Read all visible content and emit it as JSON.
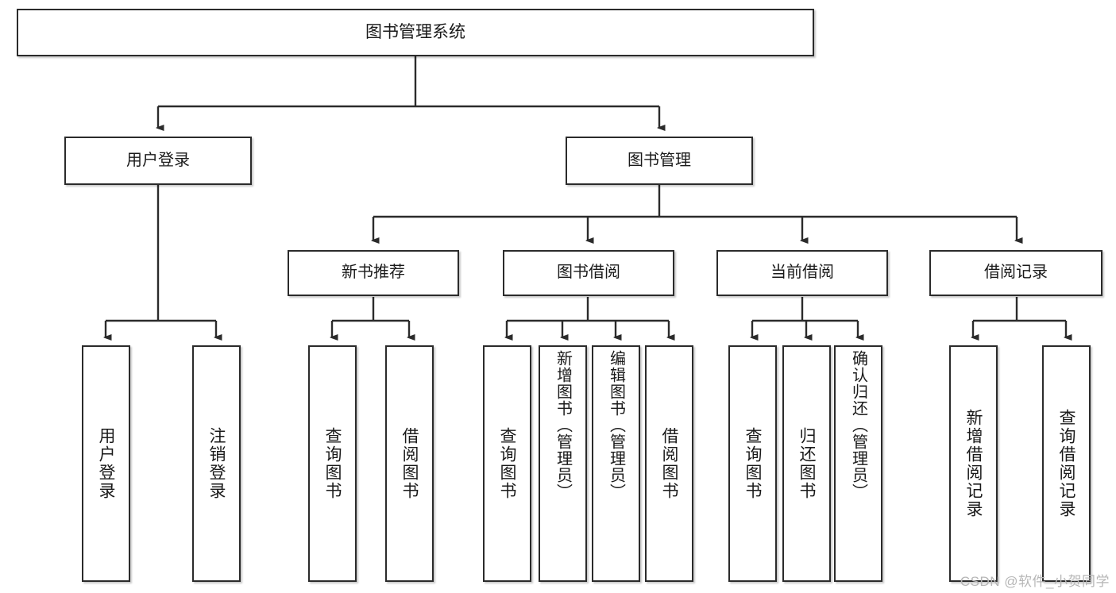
{
  "diagram": {
    "type": "tree",
    "title": "图书管理系统",
    "orientation": "top-down",
    "colors": {
      "box_stroke": "#2b2b2b",
      "box_fill": "#ffffff",
      "edge": "#2b2b2b",
      "text": "#1a1a1a",
      "watermark": "#b6b6b6",
      "background": "#ffffff"
    },
    "nodes": {
      "root": {
        "label": "图书管理系统"
      },
      "level1": [
        {
          "id": "user-login",
          "label": "用户登录"
        },
        {
          "id": "book-manage",
          "label": "图书管理"
        }
      ],
      "level2": [
        {
          "id": "new-book-rec",
          "label": "新书推荐"
        },
        {
          "id": "book-borrow",
          "label": "图书借阅"
        },
        {
          "id": "current-borrow",
          "label": "当前借阅"
        },
        {
          "id": "borrow-record",
          "label": "借阅记录"
        }
      ],
      "leaves": {
        "user_login": [
          {
            "id": "leaf-user-login",
            "label": "用户登录"
          },
          {
            "id": "leaf-user-logout",
            "label": "注销登录"
          }
        ],
        "new_book_rec": [
          {
            "id": "leaf-query-book-1",
            "label": "查询图书"
          },
          {
            "id": "leaf-borrow-book-1",
            "label": "借阅图书"
          }
        ],
        "book_borrow": [
          {
            "id": "leaf-query-book-2",
            "label": "查询图书"
          },
          {
            "id": "leaf-add-book",
            "label": "新增图书（管理员）"
          },
          {
            "id": "leaf-edit-book",
            "label": "编辑图书（管理员）"
          },
          {
            "id": "leaf-borrow-book-2",
            "label": "借阅图书"
          }
        ],
        "current_borrow": [
          {
            "id": "leaf-query-book-3",
            "label": "查询图书"
          },
          {
            "id": "leaf-return-book",
            "label": "归还图书"
          },
          {
            "id": "leaf-confirm-return",
            "label": "确认归还（管理员）"
          }
        ],
        "borrow_record": [
          {
            "id": "leaf-add-record",
            "label": "新增借阅记录"
          },
          {
            "id": "leaf-query-record",
            "label": "查询借阅记录"
          }
        ]
      }
    },
    "watermark": "CSDN @软件_小贺同学"
  }
}
